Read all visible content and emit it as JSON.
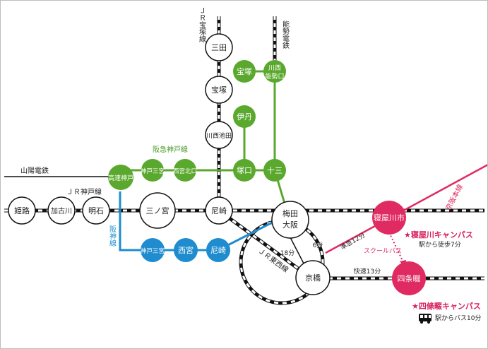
{
  "colors": {
    "jr": "#111111",
    "hankyu_kobe": "#5aa82d",
    "hanshin": "#1f8ccf",
    "keihan": "#e02b62",
    "text": "#222222"
  },
  "stations": {
    "sanda": "三田",
    "takarazuka_jr": "宝塚",
    "kawanishi_ikeda": "川西池田",
    "takarazuka_hk": "宝塚",
    "kawanishi_noseguchi": "川西能勢口",
    "itami": "伊丹",
    "tsukaguchi": "塚口",
    "juso": "十三",
    "kosoku_kobe": "高速神戸",
    "kobe_sannomiya_hk": "神戸三宮",
    "nishinomiya_kitaguchi": "西宮北口",
    "himeji": "姫路",
    "kakogawa": "加古川",
    "akashi": "明石",
    "sannomiya": "三ノ宮",
    "amagasaki": "尼崎",
    "umeda": "梅田",
    "osaka": "大阪",
    "kobe_sannomiya_hs": "神戸三宮",
    "nishinomiya": "西宮",
    "amagasaki_hs": "尼崎",
    "kyobashi": "京橋",
    "neyagawashi": "寝屋川市",
    "shijonawate": "四条畷"
  },
  "lines": {
    "jr_takarazuka": "ＪＲ宝塚線",
    "nose_dentetsu": "能勢電鉄",
    "hankyu_kobe": "阪急神戸線",
    "sanyo_dentetsu": "山陽電鉄",
    "jr_kobe": "ＪＲ神戸線",
    "hanshin": "阪神線",
    "jr_tozai": "ＪＲ東西線",
    "keihan": "京阪本線"
  },
  "times": {
    "umeda_kyobashi": "6分",
    "tozai": "18分",
    "keihan": "準急12分",
    "kaisoku": "快速13分",
    "school_bus": "スクールバス"
  },
  "campuses": {
    "neyagawa_title": "★寝屋川キャンパス",
    "neyagawa_access": "駅から徒歩7分",
    "shijonawate_title": "★四條畷キャンパス",
    "shijonawate_access": "駅からバス10分",
    "bus_icon": "bus-icon"
  }
}
